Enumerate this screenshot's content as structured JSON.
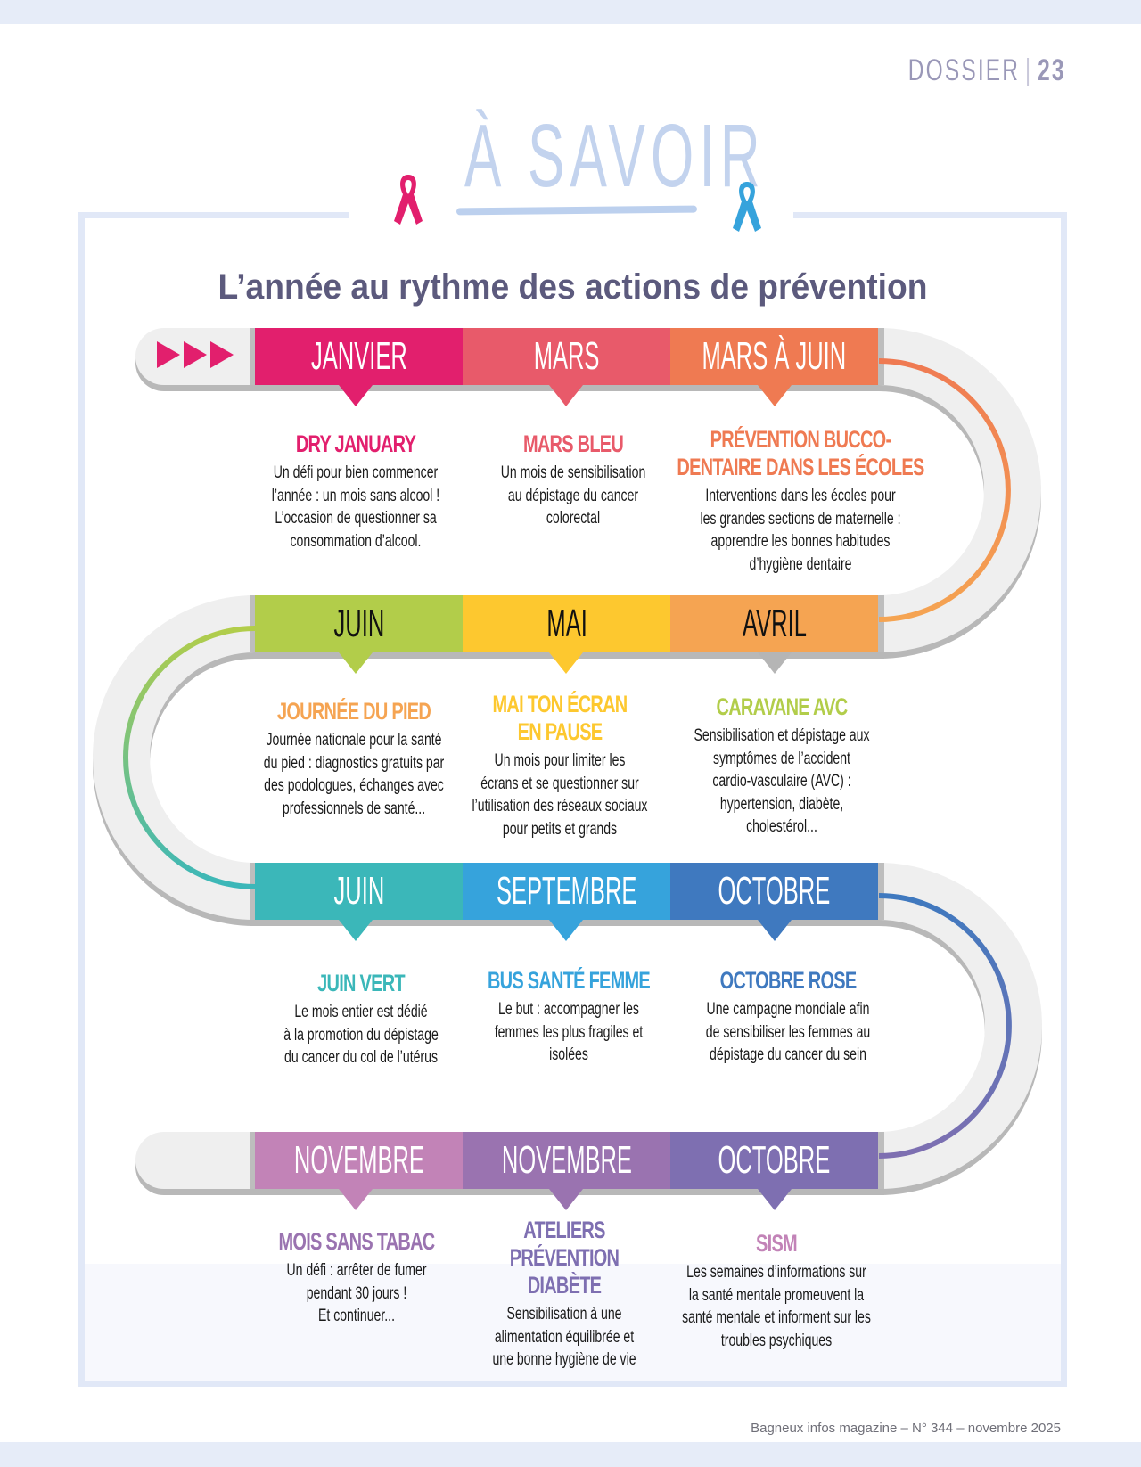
{
  "header": {
    "section": "DOSSIER",
    "page_number": "23"
  },
  "banner": {
    "title": "À SAVOIR"
  },
  "infographic": {
    "title": "L’année au rythme des actions de prévention",
    "rows": [
      [
        {
          "month": "JANVIER",
          "color": "#e21f6d",
          "text_color": "#ffffff",
          "heading": "DRY JANUARY",
          "body": "Un défi pour bien commencer\nl’année : un mois sans alcool !\nL’occasion de questionner sa\nconsommation d’alcool."
        },
        {
          "month": "MARS",
          "color": "#e85a6a",
          "text_color": "#ffffff",
          "heading": "MARS BLEU",
          "body": "Un mois de sensibilisation\nau dépistage du cancer\ncolorectal"
        },
        {
          "month": "MARS À JUIN",
          "color": "#ef7a52",
          "text_color": "#ffffff",
          "heading": "PRÉVENTION BUCCO-\nDENTAIRE DANS LES ÉCOLES",
          "body": "Interventions dans les écoles pour\nles grandes sections de maternelle :\napprendre les bonnes habitudes\nd’hygiène dentaire"
        }
      ],
      [
        {
          "month": "JUIN",
          "color": "#b2cd4a",
          "text_color": "#111111",
          "heading": "JOURNÉE DU PIED",
          "heading_color": "#f5a452",
          "body": "Journée nationale pour la santé\ndu pied : diagnostics gratuits par\ndes podologues, échanges avec\nprofessionnels de santé..."
        },
        {
          "month": "MAI",
          "color": "#fdc82f",
          "text_color": "#111111",
          "heading": "MAI TON ÉCRAN\nEN PAUSE",
          "heading_color": "#fdc82f",
          "body": "Un mois pour limiter les\nécrans et se questionner sur\nl’utilisation des réseaux sociaux\npour petits et grands"
        },
        {
          "month": "AVRIL",
          "color": "#f5a452",
          "text_color": "#111111",
          "heading": "CARAVANE AVC",
          "heading_color": "#b2cd4a",
          "pointer_color": "#b5b5b5",
          "body": "Sensibilisation et dépistage aux\nsymptômes de l’accident\ncardio-vasculaire (AVC) :\nhypertension, diabète,\ncholestérol..."
        }
      ],
      [
        {
          "month": "JUIN",
          "color": "#3bb7b9",
          "text_color": "#ffffff",
          "heading": "JUIN VERT",
          "body": "Le mois entier est dédié\nà la promotion du dépistage\ndu cancer du col de l’utérus"
        },
        {
          "month": "SEPTEMBRE",
          "color": "#36a3dc",
          "text_color": "#ffffff",
          "heading": "BUS SANTÉ FEMME",
          "body": "Le but : accompagner les\nfemmes les plus fragiles et\nisolées"
        },
        {
          "month": "OCTOBRE",
          "color": "#3f79bf",
          "text_color": "#ffffff",
          "heading": "OCTOBRE ROSE",
          "body": "Une campagne mondiale afin\nde sensibiliser les femmes au\ndépistage du cancer du sein"
        }
      ],
      [
        {
          "month": "NOVEMBRE",
          "color": "#c283b7",
          "text_color": "#ffffff",
          "heading": "MOIS SANS TABAC",
          "heading_color": "#9a73b0",
          "body": "Un défi : arrêter de fumer\npendant 30 jours !\nEt continuer..."
        },
        {
          "month": "NOVEMBRE",
          "color": "#9a73b0",
          "text_color": "#ffffff",
          "heading": "ATELIERS\nPRÉVENTION\nDIABÈTE",
          "heading_color": "#7e6fb1",
          "body": "Sensibilisation à une\nalimentation équilibrée et\nune bonne hygiène de vie"
        },
        {
          "month": "OCTOBRE",
          "color": "#7e6fb1",
          "text_color": "#ffffff",
          "heading": "SISM",
          "heading_color": "#c283b7",
          "body": "Les semaines d’informations sur\nla santé mentale promeuvent la\nsanté mentale et informent sur les\ntroubles psychiques"
        }
      ]
    ]
  },
  "footer": {
    "text": "Bagneux infos magazine – N° 344 – novembre 2025"
  },
  "icons": {
    "left_ribbon": "pink-ribbon-icon",
    "right_ribbon": "blue-ribbon-icon",
    "start": "triple-arrow-icon"
  }
}
